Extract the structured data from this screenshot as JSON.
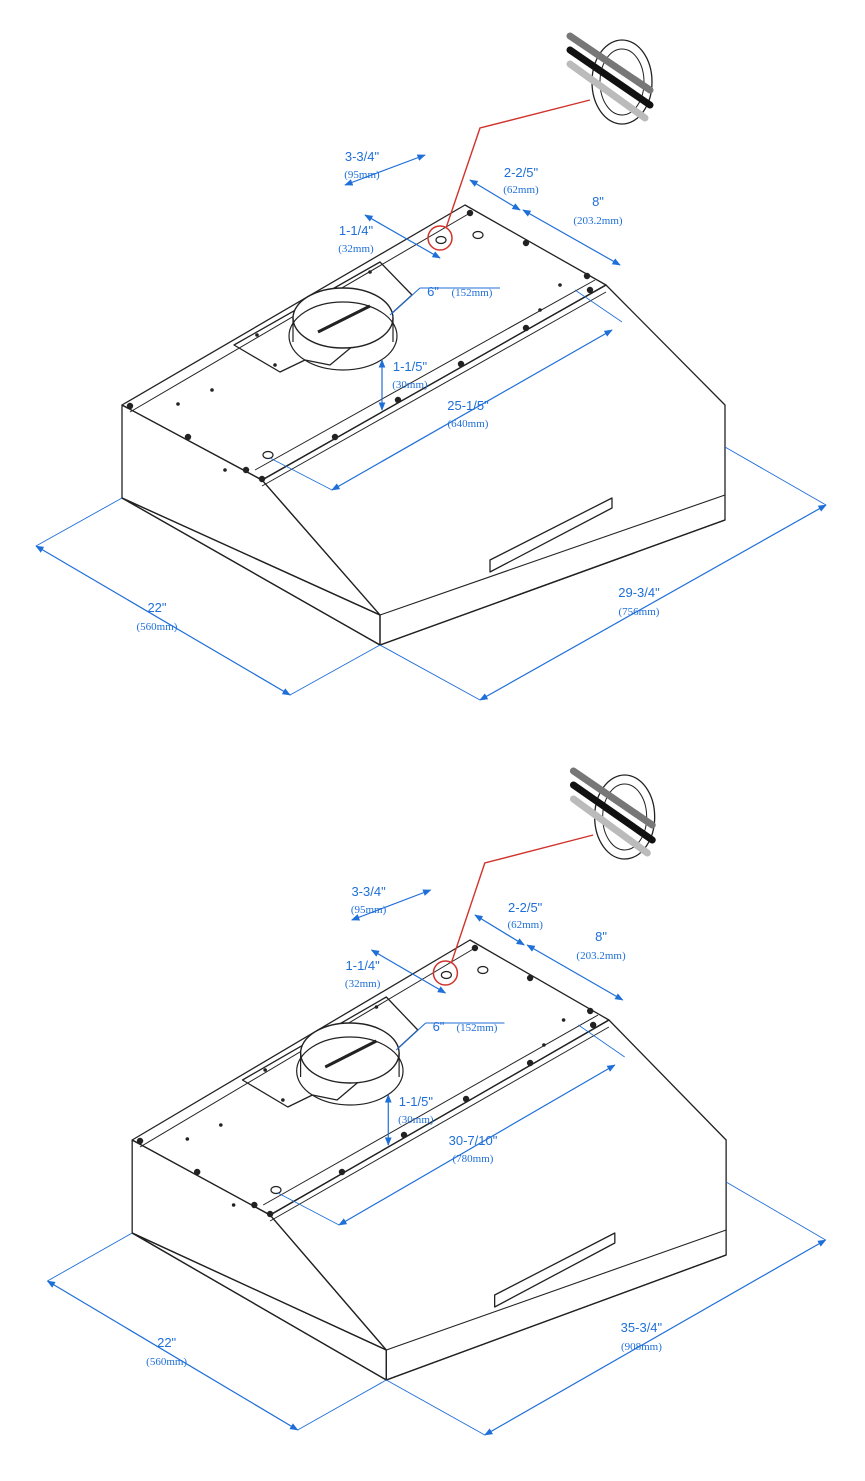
{
  "colors": {
    "line": "#222222",
    "dimension": "#1f6fd8",
    "callout": "#d0342c"
  },
  "diagrams": [
    {
      "id": "hood-30",
      "dims": {
        "duct_offset": {
          "in": "3-3/4\"",
          "mm": "(95mm)"
        },
        "hole_spacing": {
          "in": "2-2/5\"",
          "mm": "(62mm)"
        },
        "rear_offset": {
          "in": "8\"",
          "mm": "(203.2mm)"
        },
        "hole_offset": {
          "in": "1-1/4\"",
          "mm": "(32mm)"
        },
        "duct_diameter": {
          "in": "6\"",
          "mm": "(152mm)"
        },
        "collar_height": {
          "in": "1-1/5\"",
          "mm": "(30mm)"
        },
        "mount_width": {
          "in": "25-1/5\"",
          "mm": "(640mm)"
        },
        "depth": {
          "in": "22\"",
          "mm": "(560mm)"
        },
        "width": {
          "in": "29-3/4\"",
          "mm": "(756mm)"
        }
      }
    },
    {
      "id": "hood-36",
      "dims": {
        "duct_offset": {
          "in": "3-3/4\"",
          "mm": "(95mm)"
        },
        "hole_spacing": {
          "in": "2-2/5\"",
          "mm": "(62mm)"
        },
        "rear_offset": {
          "in": "8\"",
          "mm": "(203.2mm)"
        },
        "hole_offset": {
          "in": "1-1/4\"",
          "mm": "(32mm)"
        },
        "duct_diameter": {
          "in": "6\"",
          "mm": "(152mm)"
        },
        "collar_height": {
          "in": "1-1/5\"",
          "mm": "(30mm)"
        },
        "mount_width": {
          "in": "30-7/10\"",
          "mm": "(780mm)"
        },
        "depth": {
          "in": "22\"",
          "mm": "(560mm)"
        },
        "width": {
          "in": "35-3/4\"",
          "mm": "(908mm)"
        }
      }
    }
  ]
}
